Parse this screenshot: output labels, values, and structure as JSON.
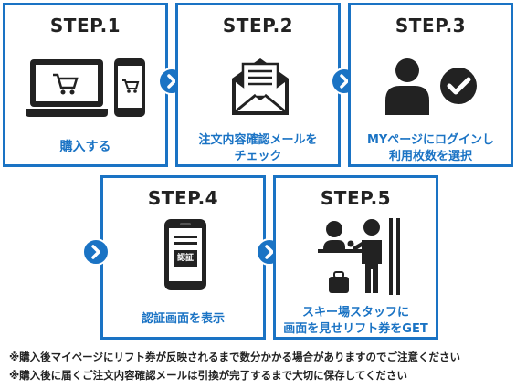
{
  "steps": [
    {
      "title": "STEP.1",
      "label": "購入する",
      "icon": "laptop-smartphone-cart-icon"
    },
    {
      "title": "STEP.2",
      "label_line1": "注文内容確認メールを",
      "label_line2": "チェック",
      "icon": "envelope-icon"
    },
    {
      "title": "STEP.3",
      "label_line1": "MYページにログインし",
      "label_line2": "利用枚数を選択",
      "icon": "user-check-icon"
    },
    {
      "title": "STEP.4",
      "label": "認証画面を表示",
      "icon": "phone-auth-icon",
      "phone_text": "認証"
    },
    {
      "title": "STEP.5",
      "label_line1": "スキー場スタッフに",
      "label_line2": "画面を見せリフト券をGET",
      "icon": "staff-counter-icon"
    }
  ],
  "notes": [
    "※購入後マイページにリフト券が反映されるまで数分かかる場合がありますのでご注意ください",
    "※購入後に届くご注文内容確認メールは引換が完了するまで大切に保存してください"
  ],
  "colors": {
    "accent": "#1a73c4",
    "text": "#222222"
  }
}
